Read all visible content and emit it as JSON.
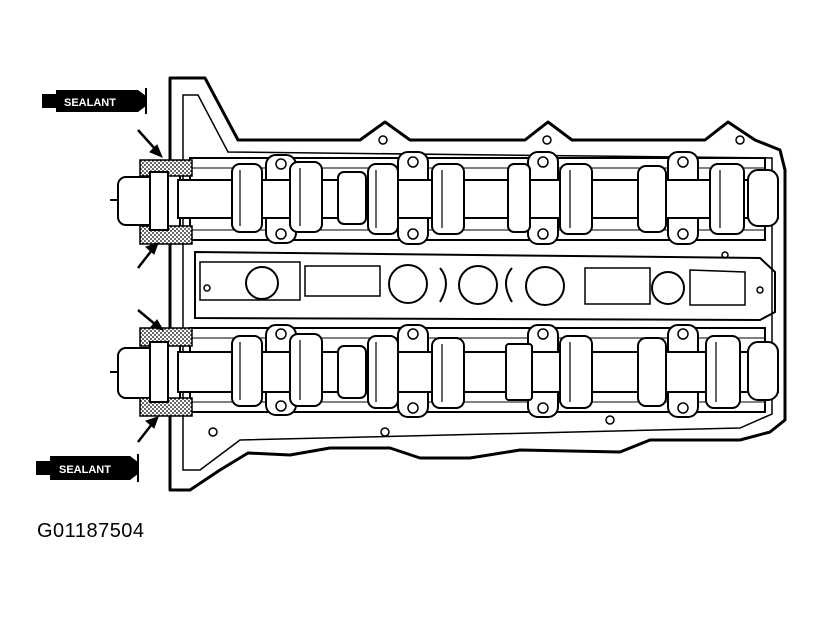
{
  "sealant_tubes": [
    {
      "label": "SEALANT"
    },
    {
      "label": "SEALANT"
    }
  ],
  "figure_id": "G01187504",
  "colors": {
    "ink": "#000000",
    "paper": "#ffffff"
  }
}
